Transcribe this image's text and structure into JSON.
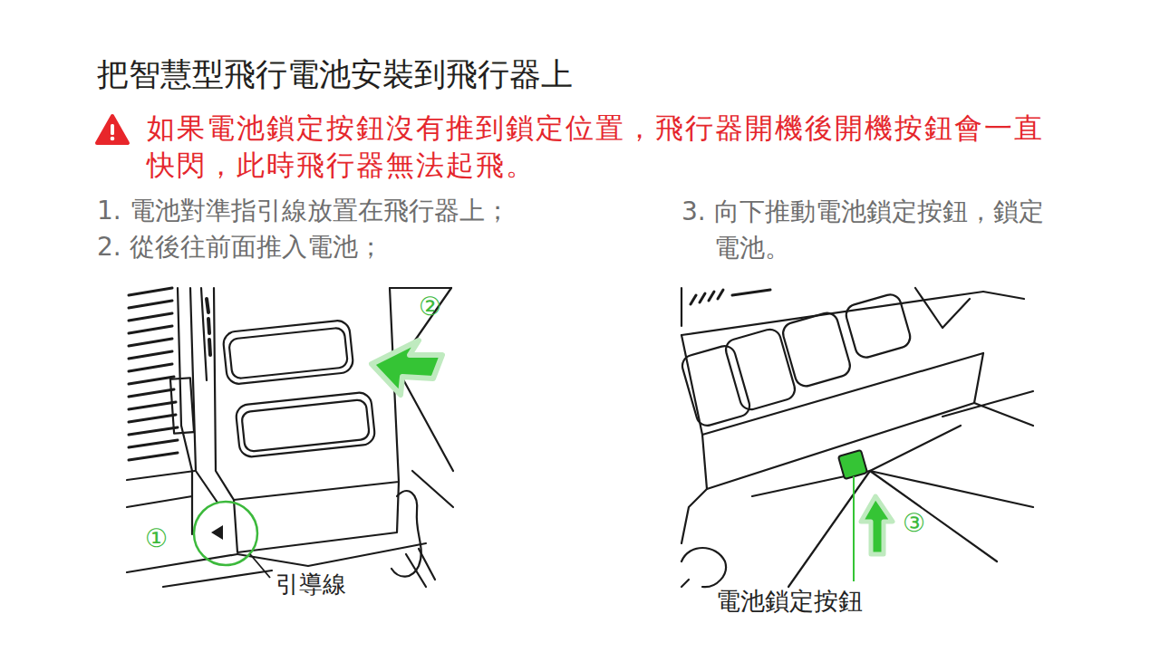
{
  "diagram": {
    "title": "把智慧型飛行電池安裝到飛行器上",
    "labels": [
      "如果電池鎖定按鈕沒有推到鎖定位置，飛行器開機後開機按鈕會一直快閃，此時飛行器無法起飛。",
      "1. 電池對準指引線放置在飛行器上；",
      "2. 從後往前面推入電池；",
      "3. 向下推動電池鎖定按鈕，鎖定電池。",
      "②",
      "①",
      "引導線",
      "③",
      "電池鎖定按鈕"
    ]
  }
}
